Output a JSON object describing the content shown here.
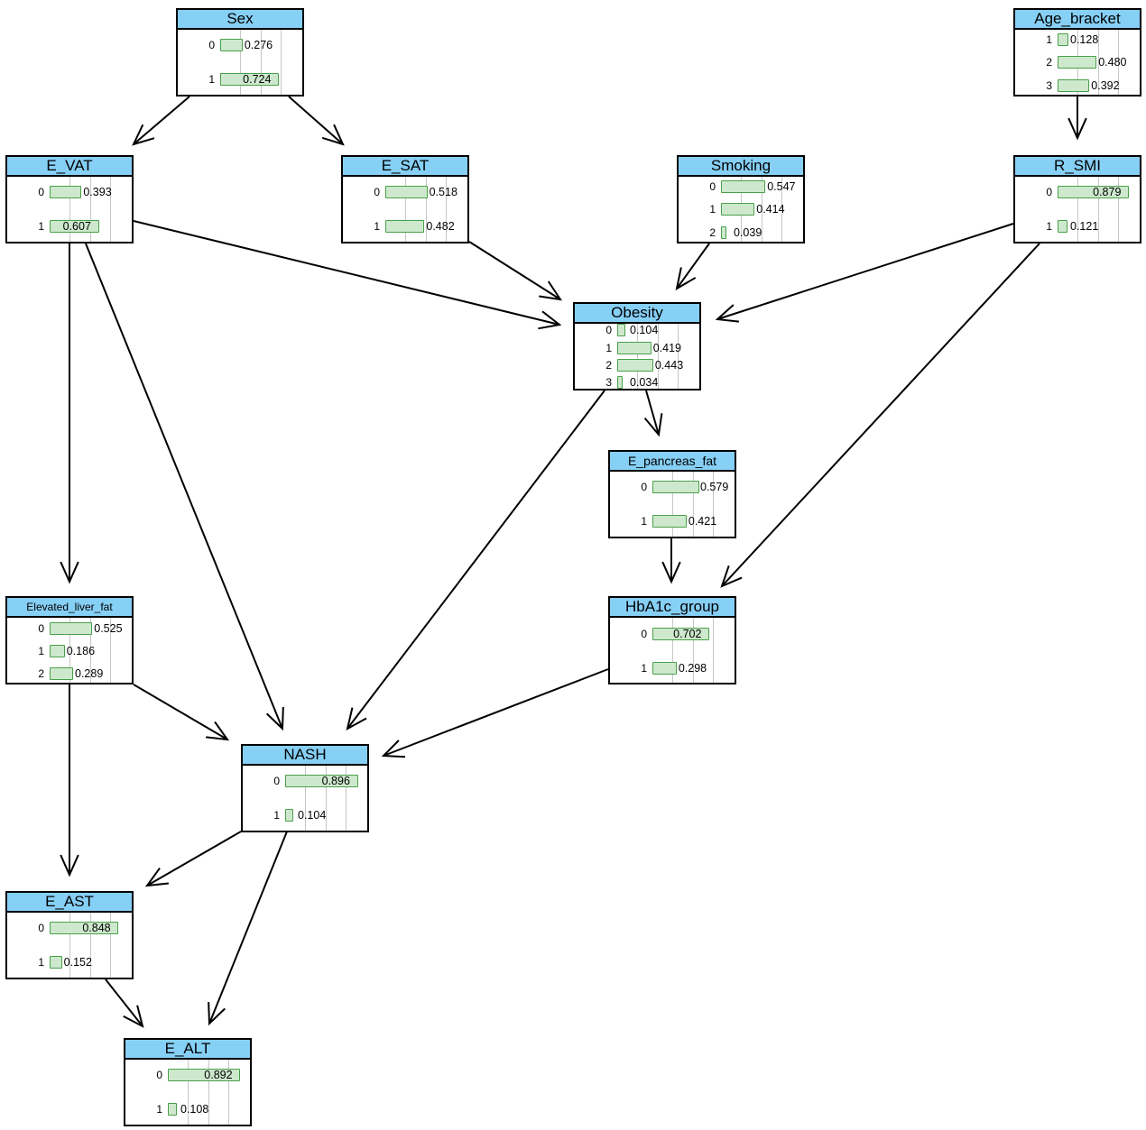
{
  "nodes": [
    {
      "id": "sex",
      "title": "Sex",
      "states": [
        {
          "label": "0",
          "value": "0.276"
        },
        {
          "label": "1",
          "value": "0.724"
        }
      ]
    },
    {
      "id": "age_bracket",
      "title": "Age_bracket",
      "states": [
        {
          "label": "1",
          "value": "0.128"
        },
        {
          "label": "2",
          "value": "0.480"
        },
        {
          "label": "3",
          "value": "0.392"
        }
      ]
    },
    {
      "id": "e_vat",
      "title": "E_VAT",
      "states": [
        {
          "label": "0",
          "value": "0.393"
        },
        {
          "label": "1",
          "value": "0.607"
        }
      ]
    },
    {
      "id": "e_sat",
      "title": "E_SAT",
      "states": [
        {
          "label": "0",
          "value": "0.518"
        },
        {
          "label": "1",
          "value": "0.482"
        }
      ]
    },
    {
      "id": "smoking",
      "title": "Smoking",
      "states": [
        {
          "label": "0",
          "value": "0.547"
        },
        {
          "label": "1",
          "value": "0.414"
        },
        {
          "label": "2",
          "value": "0.039"
        }
      ]
    },
    {
      "id": "r_smi",
      "title": "R_SMI",
      "states": [
        {
          "label": "0",
          "value": "0.879"
        },
        {
          "label": "1",
          "value": "0.121"
        }
      ]
    },
    {
      "id": "obesity",
      "title": "Obesity",
      "states": [
        {
          "label": "0",
          "value": "0.104"
        },
        {
          "label": "1",
          "value": "0.419"
        },
        {
          "label": "2",
          "value": "0.443"
        },
        {
          "label": "3",
          "value": "0.034"
        }
      ]
    },
    {
      "id": "e_pancreas_fat",
      "title": "E_pancreas_fat",
      "states": [
        {
          "label": "0",
          "value": "0.579"
        },
        {
          "label": "1",
          "value": "0.421"
        }
      ]
    },
    {
      "id": "elevated_liver_fat",
      "title": "Elevated_liver_fat",
      "states": [
        {
          "label": "0",
          "value": "0.525"
        },
        {
          "label": "1",
          "value": "0.186"
        },
        {
          "label": "2",
          "value": "0.289"
        }
      ]
    },
    {
      "id": "hba1c_group",
      "title": "HbA1c_group",
      "states": [
        {
          "label": "0",
          "value": "0.702"
        },
        {
          "label": "1",
          "value": "0.298"
        }
      ]
    },
    {
      "id": "nash",
      "title": "NASH",
      "states": [
        {
          "label": "0",
          "value": "0.896"
        },
        {
          "label": "1",
          "value": "0.104"
        }
      ]
    },
    {
      "id": "e_ast",
      "title": "E_AST",
      "states": [
        {
          "label": "0",
          "value": "0.848"
        },
        {
          "label": "1",
          "value": "0.152"
        }
      ]
    },
    {
      "id": "e_alt",
      "title": "E_ALT",
      "states": [
        {
          "label": "0",
          "value": "0.892"
        },
        {
          "label": "1",
          "value": "0.108"
        }
      ]
    }
  ],
  "edges": [
    {
      "from": "sex",
      "to": "e_vat"
    },
    {
      "from": "sex",
      "to": "e_sat"
    },
    {
      "from": "age_bracket",
      "to": "r_smi"
    },
    {
      "from": "e_vat",
      "to": "obesity"
    },
    {
      "from": "e_sat",
      "to": "obesity"
    },
    {
      "from": "smoking",
      "to": "obesity"
    },
    {
      "from": "r_smi",
      "to": "obesity"
    },
    {
      "from": "r_smi",
      "to": "hba1c_group"
    },
    {
      "from": "obesity",
      "to": "e_pancreas_fat"
    },
    {
      "from": "obesity",
      "to": "nash"
    },
    {
      "from": "e_pancreas_fat",
      "to": "hba1c_group"
    },
    {
      "from": "e_vat",
      "to": "elevated_liver_fat"
    },
    {
      "from": "e_vat",
      "to": "nash"
    },
    {
      "from": "elevated_liver_fat",
      "to": "nash"
    },
    {
      "from": "hba1c_group",
      "to": "nash"
    },
    {
      "from": "elevated_liver_fat",
      "to": "e_ast"
    },
    {
      "from": "nash",
      "to": "e_ast"
    },
    {
      "from": "nash",
      "to": "e_alt"
    },
    {
      "from": "e_ast",
      "to": "e_alt"
    }
  ],
  "colors": {
    "title_bg": "#86cff5",
    "bar_fill": "#cde8cd",
    "bar_border": "#4aa04a",
    "grid": "#c7c7c7"
  }
}
